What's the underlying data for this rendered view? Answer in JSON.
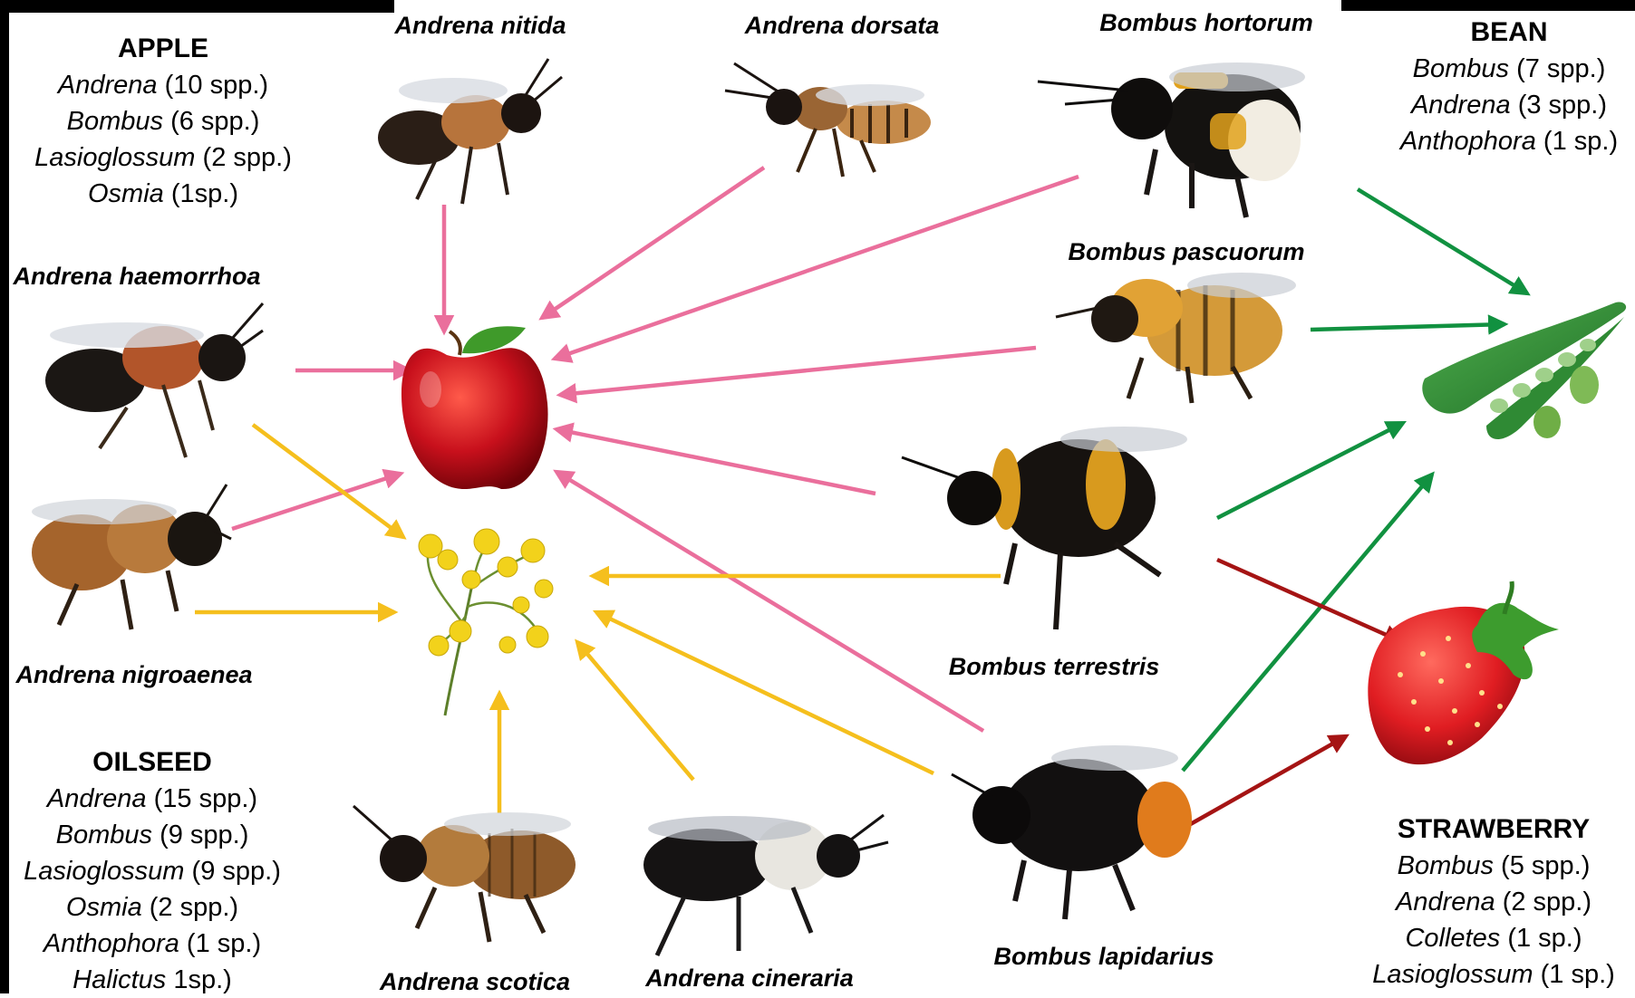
{
  "colors": {
    "apple_arrow": "#ea6f9c",
    "oilseed_arrow": "#f5bf1d",
    "bean_arrow": "#119140",
    "strawberry_arrow": "#a51414"
  },
  "species": {
    "andrena_nitida": "Andrena nitida",
    "andrena_dorsata": "Andrena dorsata",
    "bombus_hortorum": "Bombus hortorum",
    "bombus_pascuorum": "Bombus pascuorum",
    "andrena_haemorrhoa": "Andrena haemorrhoa",
    "andrena_nigroaenea": "Andrena nigroaenea",
    "bombus_terrestris": "Bombus terrestris",
    "bombus_lapidarius": "Bombus lapidarius",
    "andrena_scotica": "Andrena scotica",
    "andrena_cineraria": "Andrena cineraria"
  },
  "crops": {
    "apple": {
      "title": "APPLE",
      "rows": [
        {
          "genus": "Andrena",
          "count": "(10 spp.)"
        },
        {
          "genus": "Bombus",
          "count": "(6 spp.)"
        },
        {
          "genus": "Lasioglossum",
          "count": "(2 spp.)"
        },
        {
          "genus": "Osmia",
          "count": "(1sp.)"
        }
      ]
    },
    "bean": {
      "title": "BEAN",
      "rows": [
        {
          "genus": "Bombus",
          "count": "(7 spp.)"
        },
        {
          "genus": "Andrena",
          "count": "(3 spp.)"
        },
        {
          "genus": "Anthophora",
          "count": "(1 sp.)"
        }
      ]
    },
    "oilseed": {
      "title": "OILSEED",
      "rows": [
        {
          "genus": "Andrena",
          "count": "(15 spp.)"
        },
        {
          "genus": "Bombus",
          "count": "(9 spp.)"
        },
        {
          "genus": "Lasioglossum",
          "count": "(9 spp.)"
        },
        {
          "genus": "Osmia",
          "count": "(2 spp.)"
        },
        {
          "genus": "Anthophora",
          "count": "(1 sp.)"
        },
        {
          "genus": "Halictus",
          "count": "1sp.)"
        }
      ]
    },
    "strawberry": {
      "title": "STRAWBERRY",
      "rows": [
        {
          "genus": "Bombus",
          "count": "(5 spp.)"
        },
        {
          "genus": "Andrena",
          "count": "(2 spp.)"
        },
        {
          "genus": "Colletes",
          "count": "(1 sp.)"
        },
        {
          "genus": "Lasioglossum",
          "count": "(1 sp.)"
        }
      ]
    }
  }
}
